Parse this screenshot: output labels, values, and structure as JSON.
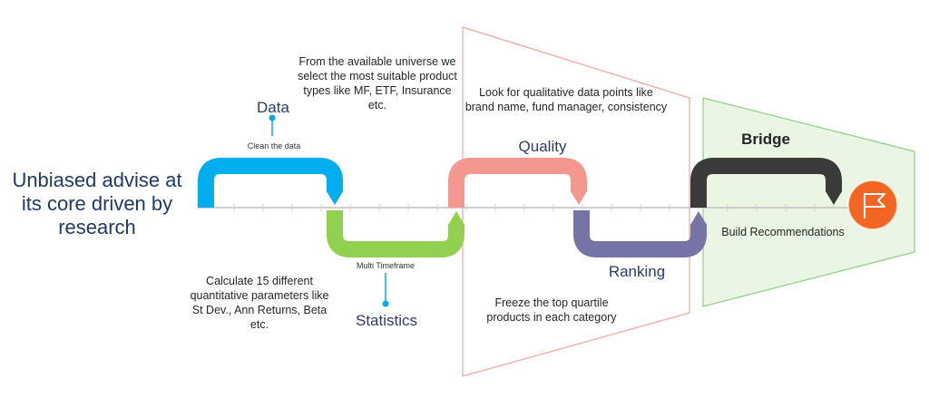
{
  "title": "Unbiased advise at its core driven by research",
  "stages": [
    {
      "name": "Data",
      "note": "Clean the data",
      "color": "#00aeef"
    },
    {
      "name": "Statistics",
      "note": "Multi Timeframe",
      "color": "#92d050"
    },
    {
      "name": "Quality",
      "color": "#f4978e"
    },
    {
      "name": "Ranking",
      "color": "#7674a6"
    },
    {
      "name": "Bridge",
      "color": "#3a3a3a"
    }
  ],
  "descriptions": {
    "data": "From the available universe we select the most suitable product types like MF, ETF, Insurance etc.",
    "statistics": "Calculate 15 different quantitative parameters like St Dev., Ann Returns, Beta etc.",
    "quality": "Look for qualitative data points like brand name, fund manager, consistency",
    "ranking": "Freeze the top quartile products in each category",
    "bridge": "Build Recommendations"
  },
  "icons": {
    "end": "flag-icon"
  },
  "colors": {
    "funnel_red_stroke": "#f4a6a0",
    "funnel_green_fill": "#eaf6e3",
    "funnel_green_stroke": "#8fcf86",
    "flag_circle": "#f26522",
    "axis": "#bfbfbf",
    "pin": "#00aeef"
  }
}
